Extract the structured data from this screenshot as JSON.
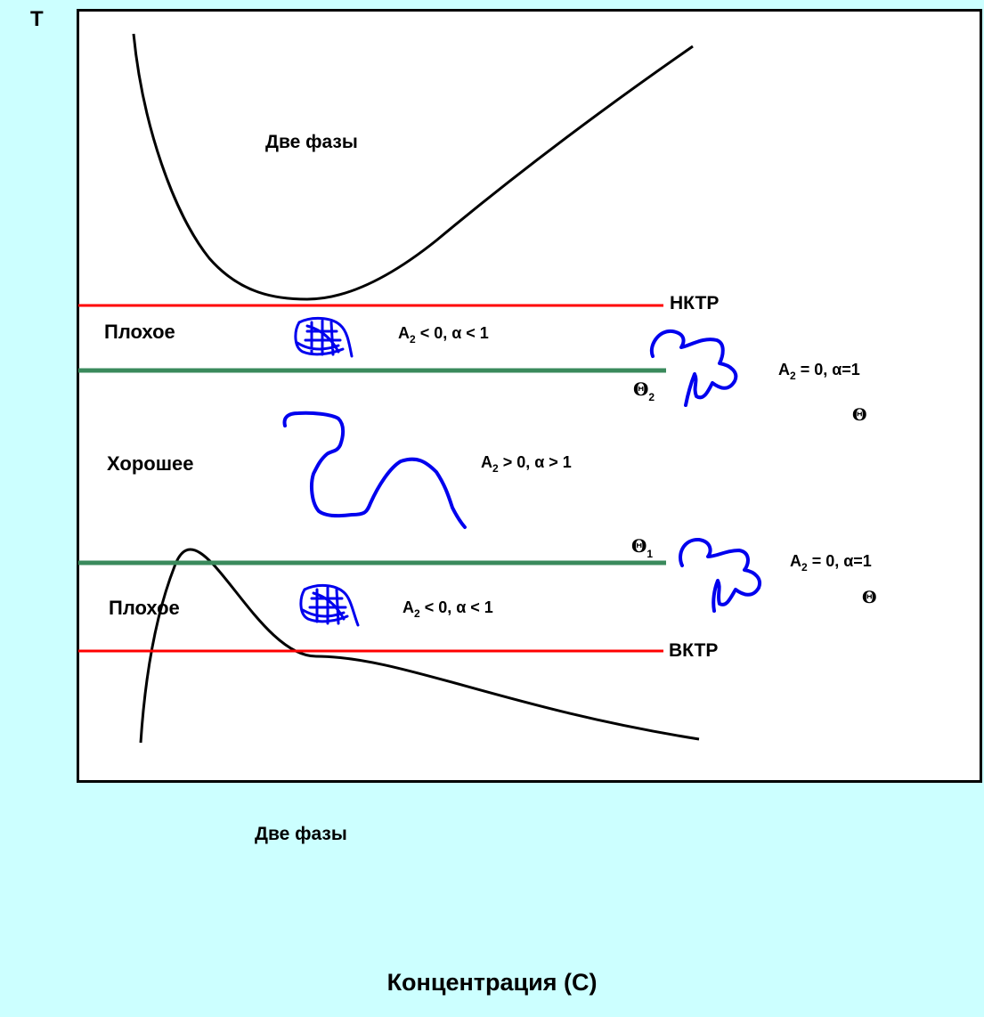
{
  "axes": {
    "y_label": "T",
    "x_label": "Концентрация (С)"
  },
  "regions": {
    "upper_two_phase": "Две фазы",
    "lower_two_phase": "Две фазы",
    "poor_upper": "Плохое",
    "good": "Хорошее",
    "poor_lower": "Плохое"
  },
  "temperatures": {
    "upper_critical": "НКТР",
    "lower_critical": "ВКТР",
    "theta2_symbol": "Θ",
    "theta2_sub": "2",
    "theta1_symbol": "Θ",
    "theta1_sub": "1"
  },
  "conditions": {
    "poor_upper": {
      "a": "A",
      "sub": "2",
      "rest": " < 0, α < 1"
    },
    "good": {
      "a": "A",
      "sub": "2",
      "rest": " > 0, α > 1"
    },
    "poor_lower": {
      "a": "A",
      "sub": "2",
      "rest": " < 0, α < 1"
    },
    "theta_upper": {
      "a": "A",
      "sub": "2",
      "rest": " = 0, α=1",
      "symbol": "Θ"
    },
    "theta_lower": {
      "a": "A",
      "sub": "2",
      "rest": " = 0, α=1",
      "symbol": "Θ"
    }
  },
  "colors": {
    "background": "#ccffff",
    "critical_line": "#ff0000",
    "theta_line": "#3a8a5c",
    "chain": "#0000ee",
    "curve": "#000000"
  },
  "icons": {
    "collapsed_coil": "collapsed-coil-icon",
    "expanded_chain": "expanded-chain-icon",
    "theta_coil": "theta-coil-icon"
  }
}
